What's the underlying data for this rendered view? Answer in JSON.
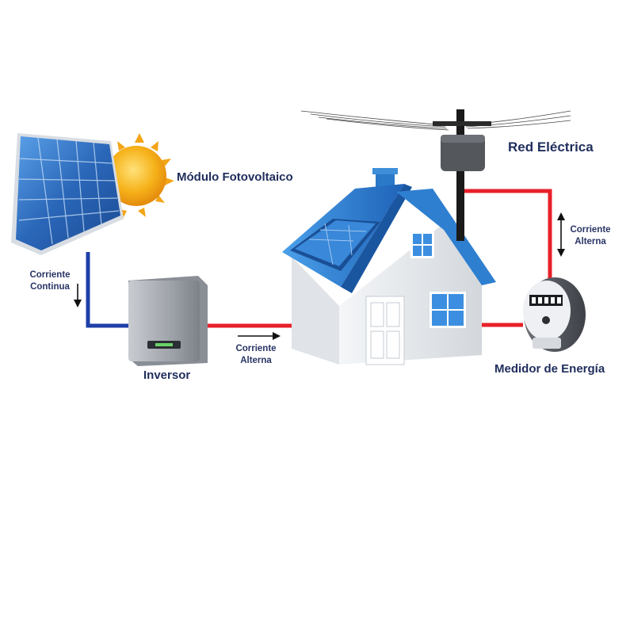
{
  "labels": {
    "module": "Módulo Fotovoltaico",
    "grid": "Red Eléctrica",
    "dc_line1": "Corriente",
    "dc_line2": "Continua",
    "ac_left_line1": "Corriente",
    "ac_left_line2": "Alterna",
    "ac_right_line1": "Corriente",
    "ac_right_line2": "Alterna",
    "inverter": "Inversor",
    "meter": "Medidor de Energía"
  },
  "colors": {
    "dc_wire": "#1f3fa8",
    "ac_wire": "#e8202a",
    "roof": "#2f7fd0",
    "house_wall": "#e9ecef",
    "sun": "#f6b21a",
    "panel": "#2a66b8",
    "label_text": "#1f2d5c"
  },
  "icons": [
    "solar-panel-icon",
    "sun-icon",
    "house-icon",
    "inverter-icon",
    "utility-pole-icon",
    "energy-meter-icon"
  ]
}
